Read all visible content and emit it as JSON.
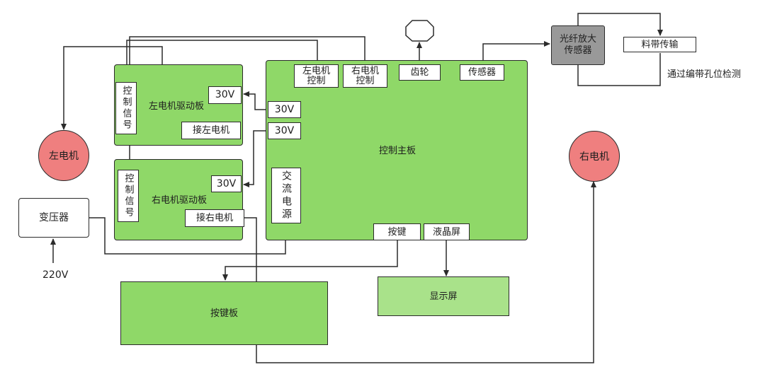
{
  "colors": {
    "board": "#8fd868",
    "display": "#a9e28a",
    "motor": "#ef7f7f",
    "sensor": "#999999",
    "line": "#2b2b2b"
  },
  "main_board": {
    "label": "控制主板",
    "left_motor_ctrl": "左电机\n控制",
    "right_motor_ctrl": "右电机\n控制",
    "gear": "齿轮",
    "sensor": "传感器",
    "v30_a": "30V",
    "v30_b": "30V",
    "ac_power": "交流电源",
    "key": "按键",
    "lcd": "液晶屏"
  },
  "left_driver": {
    "label": "左电机驱动板",
    "ctrl_signal": "控制信号",
    "v30": "30V",
    "connect_motor": "接左电机"
  },
  "right_driver": {
    "label": "右电机驱动板",
    "ctrl_signal": "控制信号",
    "v30": "30V",
    "connect_motor": "接右电机"
  },
  "left_motor": "左电机",
  "right_motor": "右电机",
  "transformer": "变压器",
  "input_voltage": "220V",
  "keypad_board": "按键板",
  "display": "显示屏",
  "fiber_sensor": "光纤放大\n传感器",
  "tape_transfer": "料带传输",
  "tape_note": "通过编带孔位检测"
}
